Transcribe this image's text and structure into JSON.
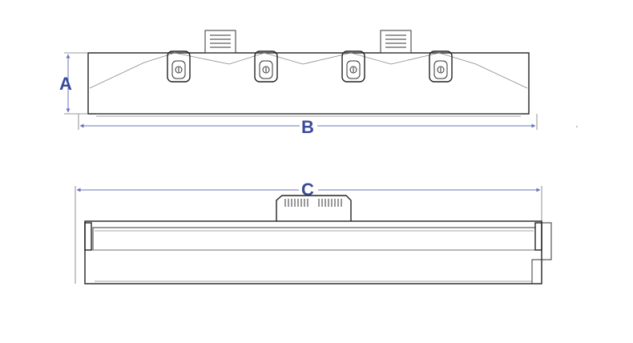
{
  "dimensions": {
    "a": "A",
    "b": "B",
    "c": "C"
  },
  "colors": {
    "dimension": "#3a4a9c",
    "outline": "#333333"
  }
}
